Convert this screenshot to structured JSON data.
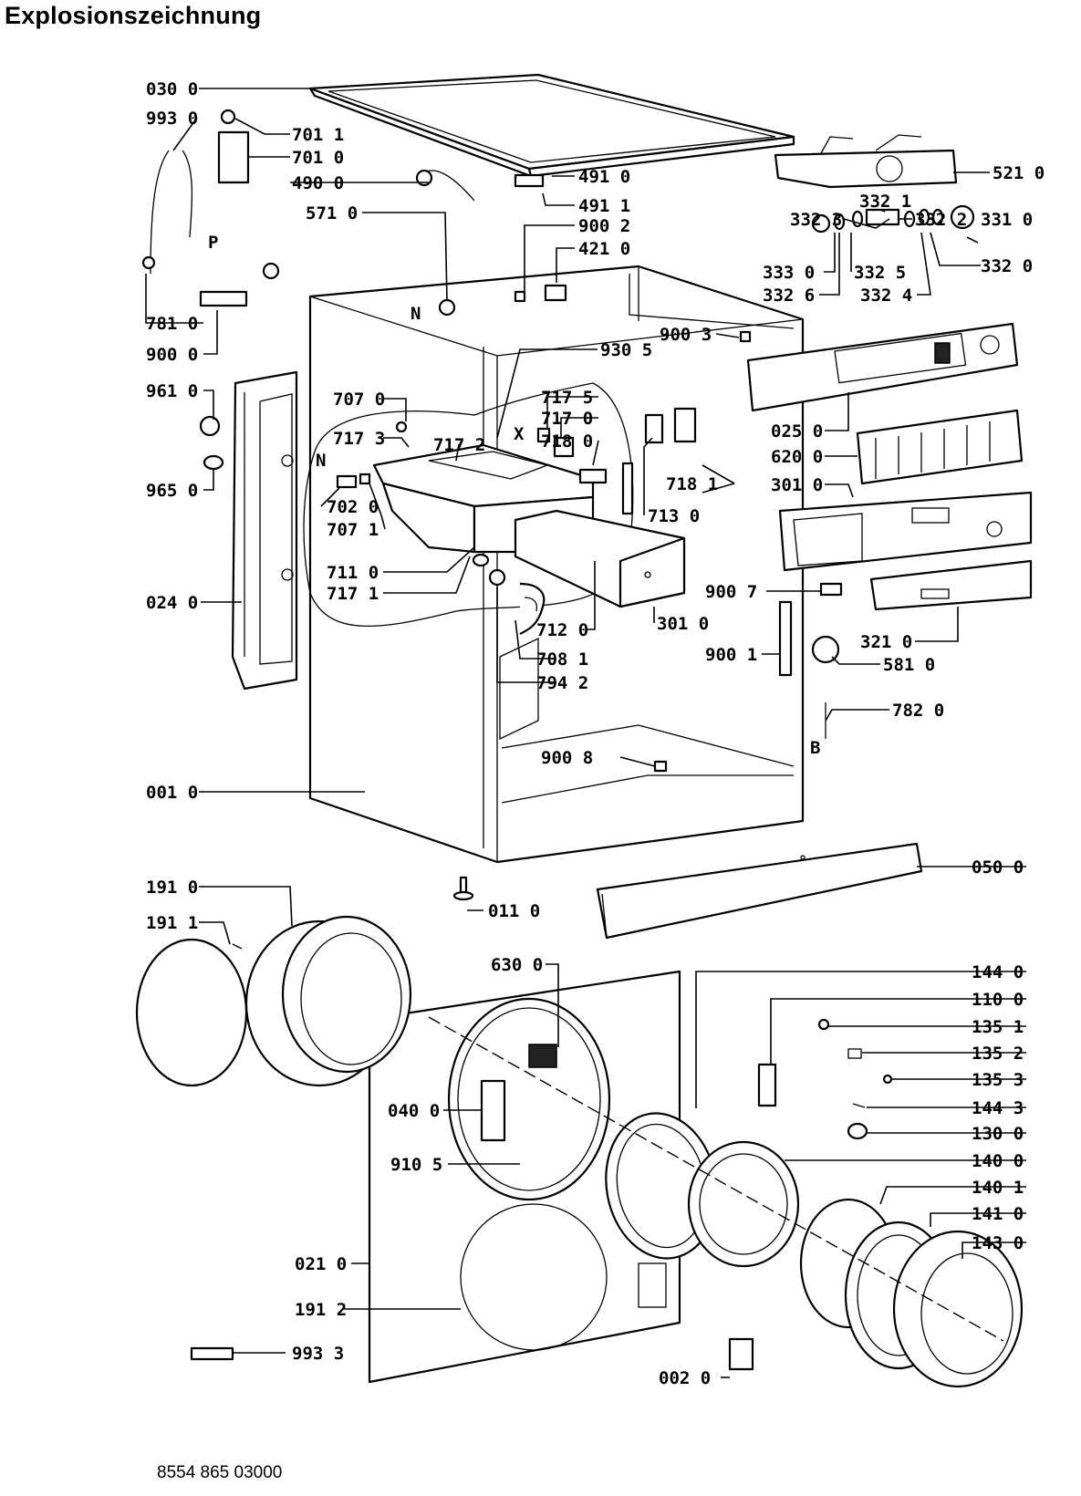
{
  "title": "Explosionszeichnung",
  "document_number": "8554 865 03000",
  "part_labels": {
    "p0300": "030 0",
    "p9930": "993 0",
    "p7011": "701 1",
    "p7010": "701 0",
    "p4900": "490 0",
    "p4910": "491 0",
    "p4911": "491 1",
    "p5710": "571 0",
    "p9002": "900 2",
    "p4210": "421 0",
    "p5210": "521 0",
    "p3323": "332 3",
    "p3321": "332 1",
    "p3322": "332 2",
    "p3310": "331 0",
    "p3330": "333 0",
    "p3325": "332 5",
    "p3320": "332 0",
    "p3326": "332 6",
    "p3324": "332 4",
    "p7810": "781 0",
    "p9000": "900 0",
    "p9003": "900 3",
    "p9305": "930 5",
    "p9610": "961 0",
    "p7070": "707 0",
    "p7175": "717 5",
    "p7170": "717 0",
    "p7173": "717 3",
    "p7172": "717 2",
    "p7180": "718 0",
    "p0250": "025 0",
    "p6200": "620 0",
    "p3010a": "301 0",
    "p9650": "965 0",
    "p7181": "718 1",
    "p7020": "702 0",
    "p7071": "707 1",
    "p7130": "713 0",
    "p7110": "711 0",
    "p7171": "717 1",
    "p9007": "900 7",
    "p0240": "024 0",
    "p3010b": "301 0",
    "p7120": "712 0",
    "p3210": "321 0",
    "p7081": "708 1",
    "p9001": "900 1",
    "p5810": "581 0",
    "p7942": "794 2",
    "p7820": "782 0",
    "p9008": "900 8",
    "p0010": "001 0",
    "p0500": "050 0",
    "p1910": "191 0",
    "p1911": "191 1",
    "p0110": "011 0",
    "p6300": "630 0",
    "p1440": "144 0",
    "p1100": "110 0",
    "p1351": "135 1",
    "p1352": "135 2",
    "p1353": "135 3",
    "p0400": "040 0",
    "p1443": "144 3",
    "p1300": "130 0",
    "p9105": "910 5",
    "p1400": "140 0",
    "p1401": "140 1",
    "p1410": "141 0",
    "p1430": "143 0",
    "p0210": "021 0",
    "p1912": "191 2",
    "p9933": "993 3",
    "p0020": "002 0"
  },
  "letter_markers": {
    "N1": "N",
    "N2": "N",
    "P": "P",
    "X": "X",
    "B": "B"
  }
}
